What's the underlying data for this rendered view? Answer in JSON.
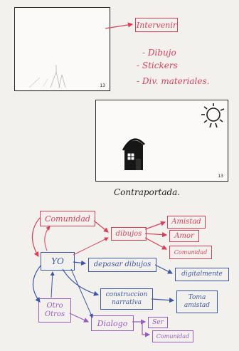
{
  "top": {
    "page_number": "13",
    "label": "Intervenir",
    "items": [
      "- Dibujo",
      "- Stickers",
      "- Div. materiales."
    ]
  },
  "middle": {
    "page_number": "13",
    "caption": "Contraportada."
  },
  "diagram": {
    "comunidad": "Comunidad",
    "dibujos": "dibujos",
    "amistad": "Amistad",
    "amor": "Amor",
    "comunidad_small": "Comunidad",
    "yo": "YO",
    "depasar_dibujos": "depasar dibujos",
    "digitalmente": "digitalmente",
    "construccion": "construccion",
    "narrativa": "narrativa",
    "toma": "Toma",
    "amistad2": "amistad",
    "otro": "Otro",
    "otros": "Otros",
    "dialogo": "Dialogo",
    "ser": "Ser",
    "comunidad_bottom": "Comunidad"
  },
  "colors": {
    "red": "#d8405a",
    "blue": "#3d57a8",
    "purple": "#9a5bc0"
  }
}
